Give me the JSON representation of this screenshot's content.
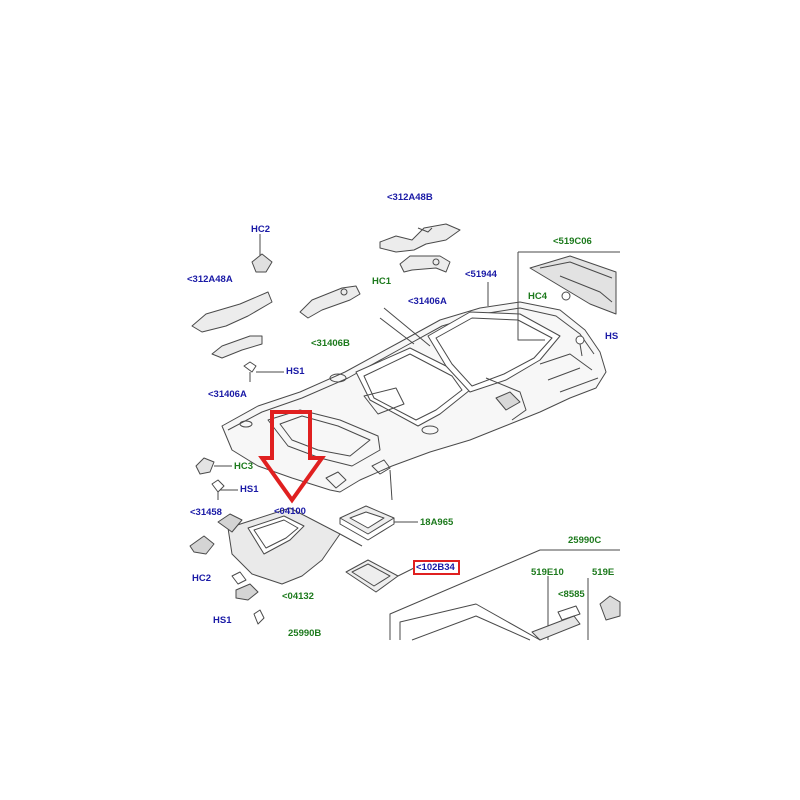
{
  "colors": {
    "part_number": "#1a1aa6",
    "fastener_code": "#1d7a1d",
    "highlight_arrow": "#e02020",
    "highlight_box": "#e02020",
    "line_art": "#4a4a4a"
  },
  "labels": {
    "l_312a48b": "<312A48B",
    "l_519c06": "<519C06",
    "l_hc2_top": "HC2",
    "l_hc1": "HC1",
    "l_51944": "<51944",
    "l_312a48a": "<312A48A",
    "l_31406a_top": "<31406A",
    "l_hc4": "HC4",
    "l_31406b": "<31406B",
    "l_hs1_right": "HS",
    "l_hs1_left": "HS1",
    "l_31406a_left": "<31406A",
    "l_hc3": "HC3",
    "l_hs1_mid": "HS1",
    "l_31458": "<31458",
    "l_04100": "<04100",
    "l_18a965": "18A965",
    "l_25990c": "25990C",
    "l_102b34": "<102B34",
    "l_519e10": "519E10",
    "l_519e_cut": "519E",
    "l_8585": "<8585",
    "l_hc2_bottom": "HC2",
    "l_04132": "<04132",
    "l_hs1_bottom": "HS1",
    "l_25990b": "25990B"
  }
}
